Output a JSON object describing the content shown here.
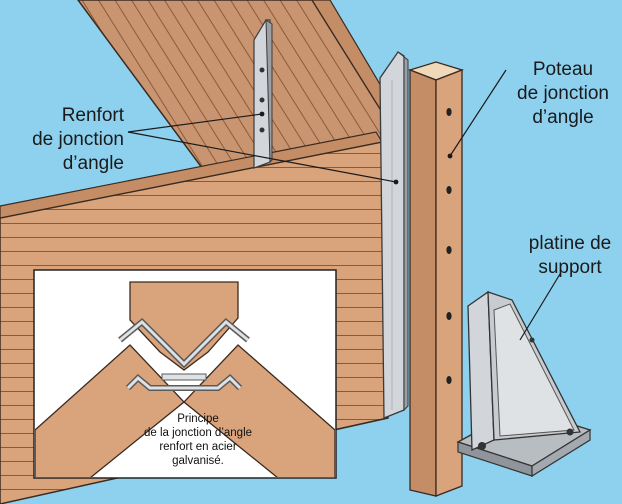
{
  "labels": {
    "renfort": [
      "Renfort",
      "de jonction",
      "d’angle"
    ],
    "poteau": [
      "Poteau",
      "de jonction",
      "d’angle"
    ],
    "platine": [
      "platine de",
      "support"
    ]
  },
  "inset_caption": [
    "Principe",
    "de la jonction d’angle",
    "renfort en acier",
    "galvanisé."
  ],
  "colors": {
    "sky": "#8ed1ef",
    "wood": "#d9a37c",
    "wood_dark": "#c48d66",
    "plank_line": "#8a5a3c",
    "metal": "#d2d6da",
    "metal_dark": "#9aa0a6",
    "outline": "#3a2a20"
  }
}
